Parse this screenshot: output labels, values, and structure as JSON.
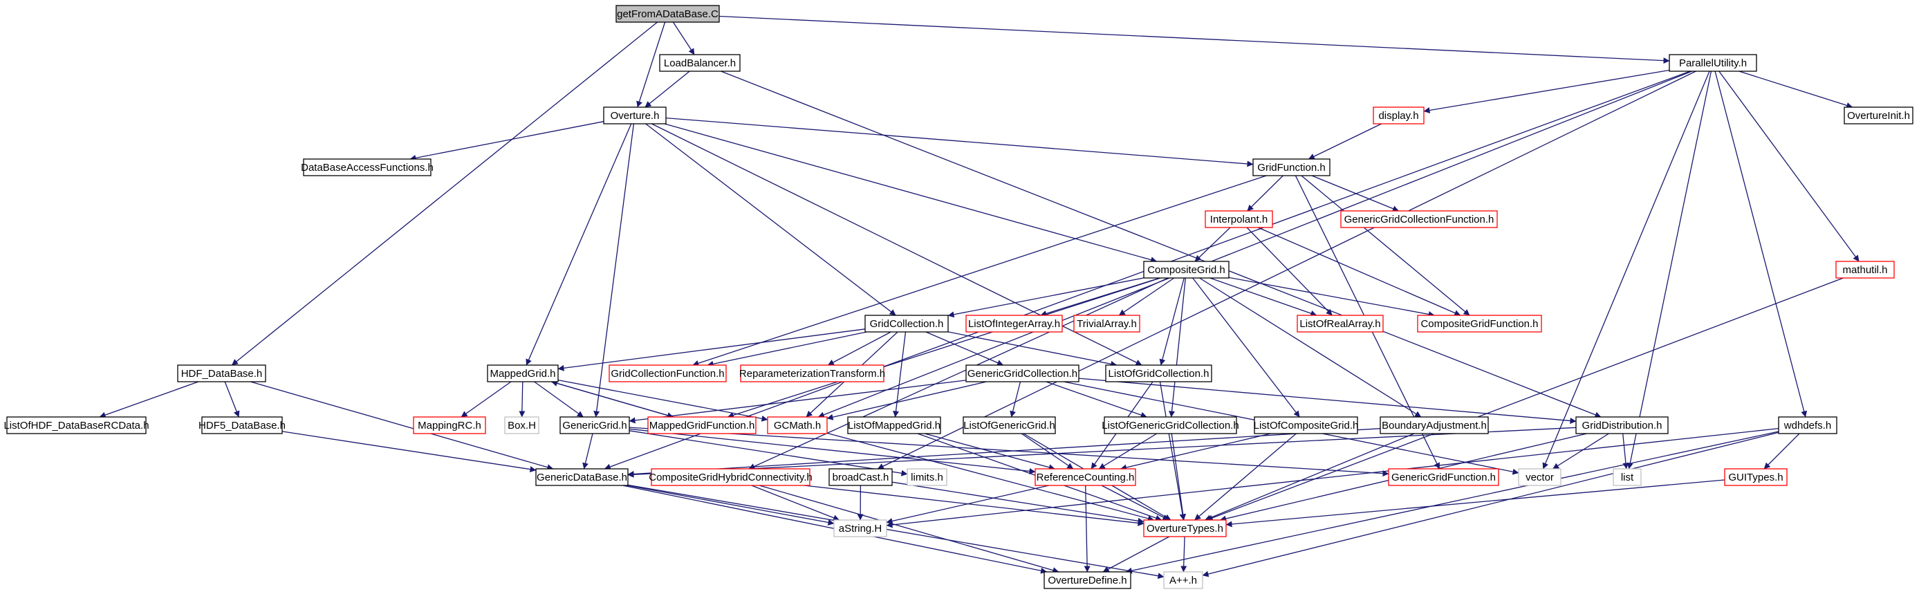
{
  "title": "",
  "colors": {
    "edge": "#191970",
    "black": "#000000",
    "red": "#ff0000",
    "gray": "#bfbfbf",
    "root_fill": "#bfbfbf"
  },
  "nodes": [
    {
      "id": "getFromADataBase",
      "label": "getFromADataBase.C",
      "kind": "root"
    },
    {
      "id": "LoadBalancer",
      "label": "LoadBalancer.h",
      "kind": "black"
    },
    {
      "id": "ParallelUtility",
      "label": "ParallelUtility.h",
      "kind": "black"
    },
    {
      "id": "Overture",
      "label": "Overture.h",
      "kind": "black"
    },
    {
      "id": "display",
      "label": "display.h",
      "kind": "red"
    },
    {
      "id": "OvertureInit",
      "label": "OvertureInit.h",
      "kind": "black"
    },
    {
      "id": "DataBaseAccessFunctions",
      "label": "DataBaseAccessFunctions.h",
      "kind": "black"
    },
    {
      "id": "GridFunction",
      "label": "GridFunction.h",
      "kind": "black"
    },
    {
      "id": "Interpolant",
      "label": "Interpolant.h",
      "kind": "red"
    },
    {
      "id": "GenericGridCollectionFunction",
      "label": "GenericGridCollectionFunction.h",
      "kind": "red"
    },
    {
      "id": "mathutil",
      "label": "mathutil.h",
      "kind": "red"
    },
    {
      "id": "CompositeGrid",
      "label": "CompositeGrid.h",
      "kind": "black"
    },
    {
      "id": "GridCollection",
      "label": "GridCollection.h",
      "kind": "black"
    },
    {
      "id": "ListOfIntegerArray",
      "label": "ListOfIntegerArray.h",
      "kind": "red"
    },
    {
      "id": "TrivialArray",
      "label": "TrivialArray.h",
      "kind": "red"
    },
    {
      "id": "ListOfRealArray",
      "label": "ListOfRealArray.h",
      "kind": "red"
    },
    {
      "id": "CompositeGridFunction",
      "label": "CompositeGridFunction.h",
      "kind": "red"
    },
    {
      "id": "HDF_DataBase",
      "label": "HDF_DataBase.h",
      "kind": "black"
    },
    {
      "id": "MappedGrid",
      "label": "MappedGrid.h",
      "kind": "black"
    },
    {
      "id": "GridCollectionFunction",
      "label": "GridCollectionFunction.h",
      "kind": "red"
    },
    {
      "id": "ReparameterizationTransform",
      "label": "ReparameterizationTransform.h",
      "kind": "red"
    },
    {
      "id": "GenericGridCollection",
      "label": "GenericGridCollection.h",
      "kind": "black"
    },
    {
      "id": "ListOfGridCollection",
      "label": "ListOfGridCollection.h",
      "kind": "black"
    },
    {
      "id": "ListOfHDF_DataBaseRCData",
      "label": "ListOfHDF_DataBaseRCData.h",
      "kind": "black"
    },
    {
      "id": "HDF5_DataBase",
      "label": "HDF5_DataBase.h",
      "kind": "black"
    },
    {
      "id": "MappingRC",
      "label": "MappingRC.h",
      "kind": "red"
    },
    {
      "id": "BoxH",
      "label": "Box.H",
      "kind": "gray"
    },
    {
      "id": "GenericGrid",
      "label": "GenericGrid.h",
      "kind": "black"
    },
    {
      "id": "MappedGridFunction",
      "label": "MappedGridFunction.h",
      "kind": "red"
    },
    {
      "id": "GCMath",
      "label": "GCMath.h",
      "kind": "red"
    },
    {
      "id": "ListOfMappedGrid",
      "label": "ListOfMappedGrid.h",
      "kind": "black"
    },
    {
      "id": "ListOfGenericGrid",
      "label": "ListOfGenericGrid.h",
      "kind": "black"
    },
    {
      "id": "ListOfGenericGridCollection",
      "label": "ListOfGenericGridCollection.h",
      "kind": "black"
    },
    {
      "id": "ListOfCompositeGrid",
      "label": "ListOfCompositeGrid.h",
      "kind": "black"
    },
    {
      "id": "BoundaryAdjustment",
      "label": "BoundaryAdjustment.h",
      "kind": "black"
    },
    {
      "id": "GridDistribution",
      "label": "GridDistribution.h",
      "kind": "black"
    },
    {
      "id": "wdhdefs",
      "label": "wdhdefs.h",
      "kind": "black"
    },
    {
      "id": "GenericDataBase",
      "label": "GenericDataBase.h",
      "kind": "black"
    },
    {
      "id": "CompositeGridHybridConnectivity",
      "label": "CompositeGridHybridConnectivity.h",
      "kind": "red"
    },
    {
      "id": "broadCast",
      "label": "broadCast.h",
      "kind": "black"
    },
    {
      "id": "limits",
      "label": "limits.h",
      "kind": "gray"
    },
    {
      "id": "ReferenceCounting",
      "label": "ReferenceCounting.h",
      "kind": "red"
    },
    {
      "id": "GenericGridFunction",
      "label": "GenericGridFunction.h",
      "kind": "red"
    },
    {
      "id": "vector",
      "label": "vector",
      "kind": "gray"
    },
    {
      "id": "list",
      "label": "list",
      "kind": "gray"
    },
    {
      "id": "GUITypes",
      "label": "GUITypes.h",
      "kind": "red"
    },
    {
      "id": "aString",
      "label": "aString.H",
      "kind": "gray"
    },
    {
      "id": "OvertureTypes",
      "label": "OvertureTypes.h",
      "kind": "red"
    },
    {
      "id": "OvertureDefine",
      "label": "OvertureDefine.h",
      "kind": "black"
    },
    {
      "id": "App",
      "label": "A++.h",
      "kind": "gray"
    }
  ],
  "edges": [
    [
      "getFromADataBase",
      "LoadBalancer"
    ],
    [
      "getFromADataBase",
      "ParallelUtility"
    ],
    [
      "getFromADataBase",
      "Overture"
    ],
    [
      "getFromADataBase",
      "HDF_DataBase"
    ],
    [
      "LoadBalancer",
      "Overture"
    ],
    [
      "LoadBalancer",
      "GridDistribution"
    ],
    [
      "ParallelUtility",
      "display"
    ],
    [
      "ParallelUtility",
      "OvertureInit"
    ],
    [
      "ParallelUtility",
      "mathutil"
    ],
    [
      "ParallelUtility",
      "wdhdefs"
    ],
    [
      "ParallelUtility",
      "vector"
    ],
    [
      "ParallelUtility",
      "list"
    ],
    [
      "ParallelUtility",
      "GenericDataBase"
    ],
    [
      "ParallelUtility",
      "broadCast"
    ],
    [
      "ParallelUtility",
      "GCMath"
    ],
    [
      "display",
      "GridFunction"
    ],
    [
      "Overture",
      "DataBaseAccessFunctions"
    ],
    [
      "Overture",
      "GridFunction"
    ],
    [
      "Overture",
      "CompositeGrid"
    ],
    [
      "Overture",
      "GridCollection"
    ],
    [
      "Overture",
      "MappedGrid"
    ],
    [
      "Overture",
      "GenericGrid"
    ],
    [
      "Overture",
      "ListOfGridCollection"
    ],
    [
      "GridFunction",
      "Interpolant"
    ],
    [
      "GridFunction",
      "GenericGridCollectionFunction"
    ],
    [
      "GridFunction",
      "CompositeGridFunction"
    ],
    [
      "GridFunction",
      "GridCollectionFunction"
    ],
    [
      "GridFunction",
      "GenericGridFunction"
    ],
    [
      "Interpolant",
      "CompositeGrid"
    ],
    [
      "Interpolant",
      "ListOfRealArray"
    ],
    [
      "Interpolant",
      "CompositeGridFunction"
    ],
    [
      "CompositeGrid",
      "GridCollection"
    ],
    [
      "CompositeGrid",
      "ListOfIntegerArray"
    ],
    [
      "CompositeGrid",
      "TrivialArray"
    ],
    [
      "CompositeGrid",
      "ListOfRealArray"
    ],
    [
      "CompositeGrid",
      "CompositeGridFunction"
    ],
    [
      "CompositeGrid",
      "ListOfGridCollection"
    ],
    [
      "CompositeGrid",
      "ListOfGenericGridCollection"
    ],
    [
      "CompositeGrid",
      "ListOfCompositeGrid"
    ],
    [
      "CompositeGrid",
      "BoundaryAdjustment"
    ],
    [
      "CompositeGrid",
      "MappedGridFunction"
    ],
    [
      "CompositeGrid",
      "CompositeGridHybridConnectivity"
    ],
    [
      "GridCollection",
      "MappedGrid"
    ],
    [
      "GridCollection",
      "GridCollectionFunction"
    ],
    [
      "GridCollection",
      "ReparameterizationTransform"
    ],
    [
      "GridCollection",
      "GenericGridCollection"
    ],
    [
      "GridCollection",
      "ListOfGridCollection"
    ],
    [
      "GridCollection",
      "ListOfMappedGrid"
    ],
    [
      "GridCollection",
      "GCMath"
    ],
    [
      "HDF_DataBase",
      "ListOfHDF_DataBaseRCData"
    ],
    [
      "HDF_DataBase",
      "HDF5_DataBase"
    ],
    [
      "HDF_DataBase",
      "GenericDataBase"
    ],
    [
      "HDF5_DataBase",
      "GenericDataBase"
    ],
    [
      "MappedGrid",
      "MappingRC"
    ],
    [
      "MappedGrid",
      "BoxH"
    ],
    [
      "MappedGrid",
      "GenericGrid"
    ],
    [
      "MappedGrid",
      "MappedGridFunction"
    ],
    [
      "MappedGrid",
      "GCMath"
    ],
    [
      "MappedGridFunction",
      "MappedGrid"
    ],
    [
      "GenericGridCollection",
      "GenericGrid"
    ],
    [
      "GenericGridCollection",
      "ListOfGenericGrid"
    ],
    [
      "GenericGridCollection",
      "ListOfGenericGridCollection"
    ],
    [
      "GenericGridCollection",
      "GridDistribution"
    ],
    [
      "GenericGridCollection",
      "GCMath"
    ],
    [
      "GenericGridCollection",
      "vector"
    ],
    [
      "ListOfGridCollection",
      "ReferenceCounting"
    ],
    [
      "ListOfGridCollection",
      "OvertureTypes"
    ],
    [
      "GenericGrid",
      "GenericDataBase"
    ],
    [
      "GenericGrid",
      "ReferenceCounting"
    ],
    [
      "GenericGrid",
      "GenericGridFunction"
    ],
    [
      "GenericGrid",
      "limits"
    ],
    [
      "GCMath",
      "OvertureTypes"
    ],
    [
      "ListOfMappedGrid",
      "ReferenceCounting"
    ],
    [
      "ListOfMappedGrid",
      "OvertureTypes"
    ],
    [
      "ListOfGenericGrid",
      "ReferenceCounting"
    ],
    [
      "ListOfGenericGrid",
      "OvertureTypes"
    ],
    [
      "ListOfGenericGridCollection",
      "ReferenceCounting"
    ],
    [
      "ListOfGenericGridCollection",
      "OvertureTypes"
    ],
    [
      "ListOfCompositeGrid",
      "ReferenceCounting"
    ],
    [
      "ListOfCompositeGrid",
      "OvertureTypes"
    ],
    [
      "BoundaryAdjustment",
      "GenericDataBase"
    ],
    [
      "BoundaryAdjustment",
      "OvertureTypes"
    ],
    [
      "GridDistribution",
      "GenericDataBase"
    ],
    [
      "GridDistribution",
      "vector"
    ],
    [
      "GridDistribution",
      "list"
    ],
    [
      "GridDistribution",
      "OvertureTypes"
    ],
    [
      "wdhdefs",
      "GUITypes"
    ],
    [
      "wdhdefs",
      "aString"
    ],
    [
      "wdhdefs",
      "OvertureDefine"
    ],
    [
      "wdhdefs",
      "App"
    ],
    [
      "mathutil",
      "OvertureTypes"
    ],
    [
      "GUITypes",
      "OvertureTypes"
    ],
    [
      "GenericDataBase",
      "aString"
    ],
    [
      "GenericDataBase",
      "OvertureDefine"
    ],
    [
      "GenericDataBase",
      "App"
    ],
    [
      "CompositeGridHybridConnectivity",
      "aString"
    ],
    [
      "CompositeGridHybridConnectivity",
      "OvertureDefine"
    ],
    [
      "CompositeGridHybridConnectivity",
      "OvertureTypes"
    ],
    [
      "broadCast",
      "aString"
    ],
    [
      "broadCast",
      "OvertureTypes"
    ],
    [
      "ReferenceCounting",
      "aString"
    ],
    [
      "ReferenceCounting",
      "OvertureTypes"
    ],
    [
      "ReferenceCounting",
      "OvertureDefine"
    ],
    [
      "OvertureTypes",
      "OvertureDefine"
    ],
    [
      "OvertureTypes",
      "App"
    ]
  ]
}
